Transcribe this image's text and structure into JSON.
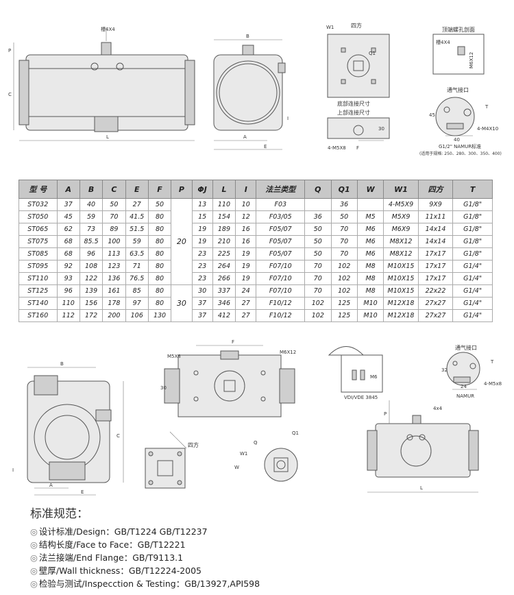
{
  "top_drawings": {
    "slot_label": "槽4X4",
    "dim_P": "P",
    "dim_C": "C",
    "dim_L": "L",
    "dim_B": "B",
    "dim_A": "A",
    "dim_E": "E",
    "dim_I": "I",
    "sq_label": "四方",
    "w1_label": "W1",
    "q1_label": "Q1",
    "bottom_conn_label": "底部连接尺寸",
    "top_conn_label": "上部连接尺寸",
    "m5x8_label": "4-M5X8",
    "f_label": "F",
    "dim_30": "30",
    "top_hole_title": "顶端螺孔剖面",
    "top_slot_label": "槽4X4",
    "m6x12_label": "M6X12",
    "vent_label": "通气接口",
    "t_label": "T",
    "dim_45": "45",
    "m4x10_label": "4-M4X10",
    "dim_40": "40",
    "namur_std": "G1/2\" NAMUR标准",
    "namur_models": "(适用于规格: 250、280、300、350、400)"
  },
  "table": {
    "headers": [
      "型 号",
      "A",
      "B",
      "C",
      "E",
      "F",
      "P",
      "ΦJ",
      "L",
      "I",
      "法兰类型",
      "Q",
      "Q1",
      "W",
      "W1",
      "四方",
      "T"
    ],
    "rows": [
      [
        "ST032",
        "37",
        "40",
        "50",
        "27",
        "50",
        "",
        "13",
        "110",
        "10",
        "F03",
        "",
        "36",
        "",
        "4-M5X9",
        "9X9",
        "G1/8\""
      ],
      [
        "ST050",
        "45",
        "59",
        "70",
        "41.5",
        "80",
        "",
        "15",
        "154",
        "12",
        "F03/05",
        "36",
        "50",
        "M5",
        "M5X9",
        "11x11",
        "G1/8\""
      ],
      [
        "ST065",
        "62",
        "73",
        "89",
        "51.5",
        "80",
        "",
        "19",
        "189",
        "16",
        "F05/07",
        "50",
        "70",
        "M6",
        "M6X9",
        "14x14",
        "G1/8\""
      ],
      [
        "ST075",
        "68",
        "85.5",
        "100",
        "59",
        "80",
        "",
        "19",
        "210",
        "16",
        "F05/07",
        "50",
        "70",
        "M6",
        "M8X12",
        "14x14",
        "G1/8\""
      ],
      [
        "ST085",
        "68",
        "96",
        "113",
        "63.5",
        "80",
        "",
        "23",
        "225",
        "19",
        "F05/07",
        "50",
        "70",
        "M6",
        "M8X12",
        "17x17",
        "G1/8\""
      ],
      [
        "ST095",
        "92",
        "108",
        "123",
        "71",
        "80",
        "",
        "23",
        "264",
        "19",
        "F07/10",
        "70",
        "102",
        "M8",
        "M10X15",
        "17x17",
        "G1/4\""
      ],
      [
        "ST110",
        "93",
        "122",
        "136",
        "76.5",
        "80",
        "",
        "23",
        "266",
        "19",
        "F07/10",
        "70",
        "102",
        "M8",
        "M10X15",
        "17x17",
        "G1/4\""
      ],
      [
        "ST125",
        "96",
        "139",
        "161",
        "85",
        "80",
        "",
        "30",
        "337",
        "24",
        "F07/10",
        "70",
        "102",
        "M8",
        "M10X15",
        "22x22",
        "G1/4\""
      ],
      [
        "ST140",
        "110",
        "156",
        "178",
        "97",
        "80",
        "",
        "37",
        "346",
        "27",
        "F10/12",
        "102",
        "125",
        "M10",
        "M12X18",
        "27x27",
        "G1/4\""
      ],
      [
        "ST160",
        "112",
        "172",
        "200",
        "106",
        "130",
        "",
        "37",
        "412",
        "27",
        "F10/12",
        "102",
        "125",
        "M10",
        "M12X18",
        "27x27",
        "G1/4\""
      ]
    ],
    "p_group_1": "20",
    "p_group_2": "30"
  },
  "bottom_drawings": {
    "dim_B": "B",
    "dim_C": "C",
    "dim_A": "A",
    "dim_E": "E",
    "dim_I": "I",
    "m5x8_label": "M5X8",
    "f_label": "F",
    "m6x12_label": "M6X12",
    "dim_30": "30",
    "sq_label": "四方",
    "q_label": "Q",
    "q1_label": "Q1",
    "w1_label": "W1",
    "w_label": "W",
    "vdi_label": "VDI/VDE 3845",
    "m6_label": "M6",
    "p_label": "P",
    "slot_label": "4x4",
    "l_label": "L",
    "vent_label": "通气接口",
    "t_label": "T",
    "dim_32": "32",
    "dim_24": "24",
    "m4x8_label": "4-M5x8",
    "namur_label": "NAMUR"
  },
  "standards": {
    "title": "标准规范：",
    "marker": "◎",
    "items": [
      "设计标准/Design：GB/T1224  GB/T12237",
      "结构长度/Face to Face：GB/T12221",
      "法兰接端/End Flange：GB/T9113.1",
      "壁厚/Wall thickness：GB/T12224-2005",
      "检验与测试/Inspecction & Testing：GB/13927,API598"
    ]
  }
}
